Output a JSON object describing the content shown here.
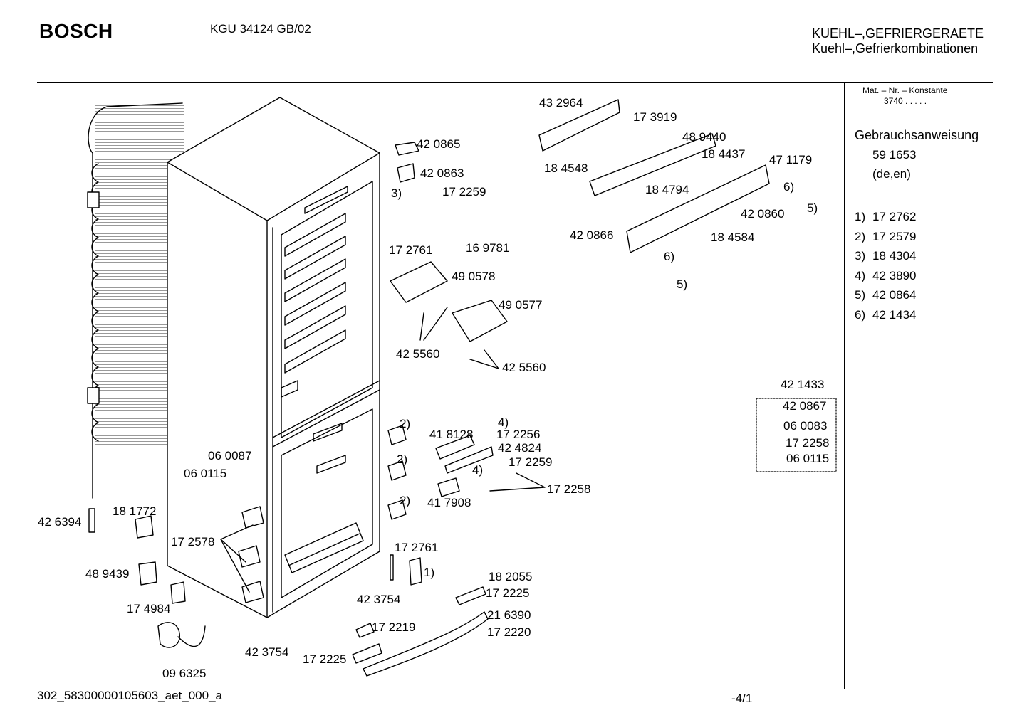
{
  "header": {
    "brand": "BOSCH",
    "model": "KGU 34124 GB/02",
    "category_line1": "KUEHL–,GEFRIERGERAETE",
    "category_line2": "Kuehl–,Gefrierkombinationen"
  },
  "sidebar": {
    "mat_label": "Mat. – Nr. – Konstante",
    "mat_value": "3740  .  .  .  .  .",
    "manual_title": "Gebrauchsanweisung",
    "manual_number": "59 1653",
    "manual_languages": "(de,en)",
    "references": [
      {
        "key": "1)",
        "part": "17 2762"
      },
      {
        "key": "2)",
        "part": "17 2579"
      },
      {
        "key": "3)",
        "part": "18 4304"
      },
      {
        "key": "4)",
        "part": "42 3890"
      },
      {
        "key": "5)",
        "part": "42 0864"
      },
      {
        "key": "6)",
        "part": "42 1434"
      }
    ]
  },
  "parts": [
    "42 0865",
    "42 0863",
    "3)",
    "17 2259",
    "17 2761",
    "16 9781",
    "49 0578",
    "49 0577",
    "42 5560",
    "42 5560",
    "43 2964",
    "17 3919",
    "48 9440",
    "18 4437",
    "18 4548",
    "47 1179",
    "18 4794",
    "6)",
    "5)",
    "42 0860",
    "42 0866",
    "18 4584",
    "6)",
    "5)",
    "42 1433",
    "2)",
    "2)",
    "2)",
    "4)",
    "41 8128",
    "17 2256",
    "42 4824",
    "4)",
    "17 2259",
    "17 2258",
    "41 7908",
    "06 0087",
    "06 0115",
    "42 6394",
    "18 1772",
    "17 2578",
    "48 9439",
    "17 4984",
    "09 6325",
    "17 2761",
    "1)",
    "42 3754",
    "42 3754",
    "18 2055",
    "17 2225",
    "21 6390",
    "17 2219",
    "17 2220",
    "17 2225"
  ],
  "kit": {
    "items": [
      "42 0867",
      "06 0083",
      "17 2258",
      "06 0115"
    ]
  },
  "footer": {
    "code": "302_58300000105603_aet_000_a",
    "page": "-4/1"
  }
}
